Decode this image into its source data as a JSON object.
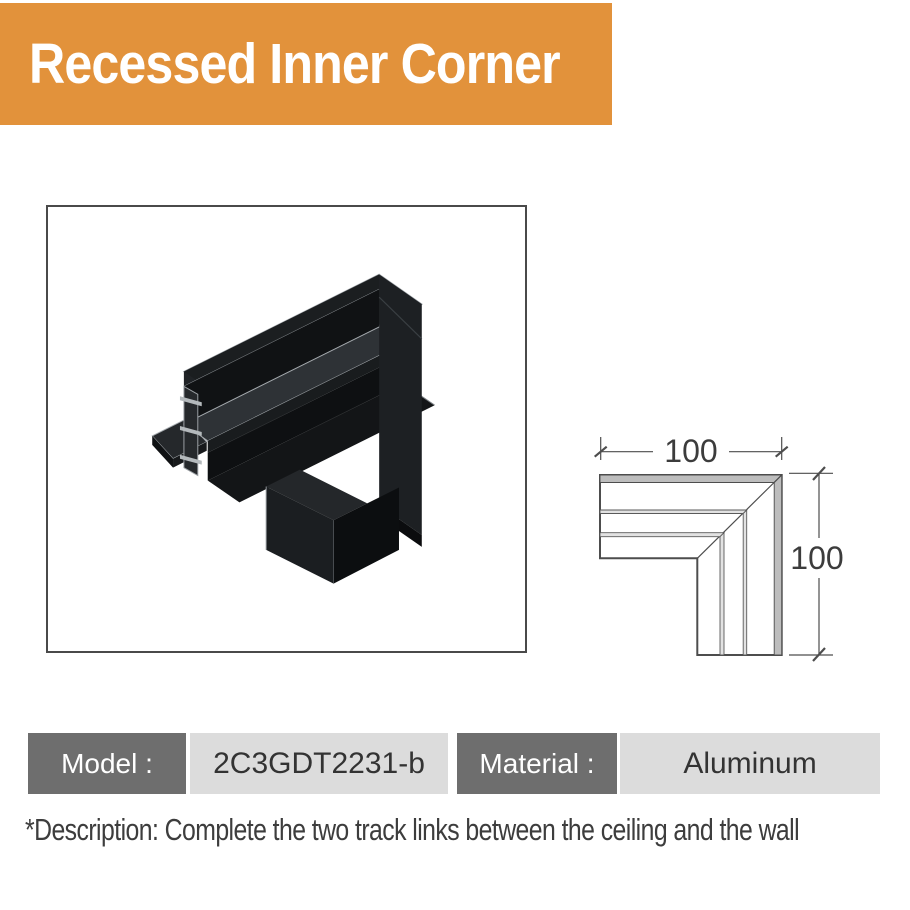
{
  "banner": {
    "title": "Recessed Inner Corner",
    "bg": "#E2923B",
    "text_color": "#FFFFFF"
  },
  "product_frame": {
    "border_color": "#4A4A4A",
    "image_name": "recessed-inner-corner-3d-render"
  },
  "dimension_diagram": {
    "width_label": "100",
    "height_label": "100",
    "line_color": "#4D4D4D"
  },
  "specs": [
    {
      "label": "Model :",
      "value": "2C3GDT2231-b"
    },
    {
      "label": "Material :",
      "value": "Aluminum"
    }
  ],
  "colors": {
    "label_bg": "#6E6E6E",
    "value_bg": "#DCDCDC",
    "description_text": "#3D3D3D"
  },
  "description": "*Description: Complete the two track links between the ceiling and the wall"
}
